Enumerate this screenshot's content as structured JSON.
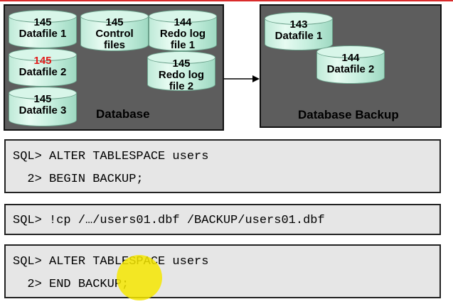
{
  "database": {
    "label": "Database",
    "files": [
      {
        "num": "145",
        "name": "Datafile 1",
        "highlight": false
      },
      {
        "num": "145",
        "name": "Control files",
        "highlight": false
      },
      {
        "num": "144",
        "name": "Redo log file 1",
        "highlight": false
      },
      {
        "num": "145",
        "name": "Datafile 2",
        "highlight": true
      },
      {
        "num": "145",
        "name": "Redo log file 2",
        "highlight": false
      },
      {
        "num": "145",
        "name": "Datafile 3",
        "highlight": false
      }
    ]
  },
  "backup": {
    "label": "Database Backup",
    "files": [
      {
        "num": "143",
        "name": "Datafile 1"
      },
      {
        "num": "144",
        "name": "Datafile 2"
      }
    ]
  },
  "sql": [
    {
      "lines": [
        "SQL> ALTER TABLESPACE users",
        "  2> BEGIN BACKUP;"
      ]
    },
    {
      "lines": [
        "SQL> !cp /…/users01.dbf /BACKUP/users01.dbf"
      ]
    },
    {
      "lines": [
        "SQL> ALTER TABLESPACE users",
        "  2> END BACKUP;"
      ]
    }
  ],
  "colors": {
    "highlight": "#e11b1b",
    "panel": "#5d5d5d",
    "cylinder": "#c4eedd",
    "cursor": "#f5e600"
  }
}
